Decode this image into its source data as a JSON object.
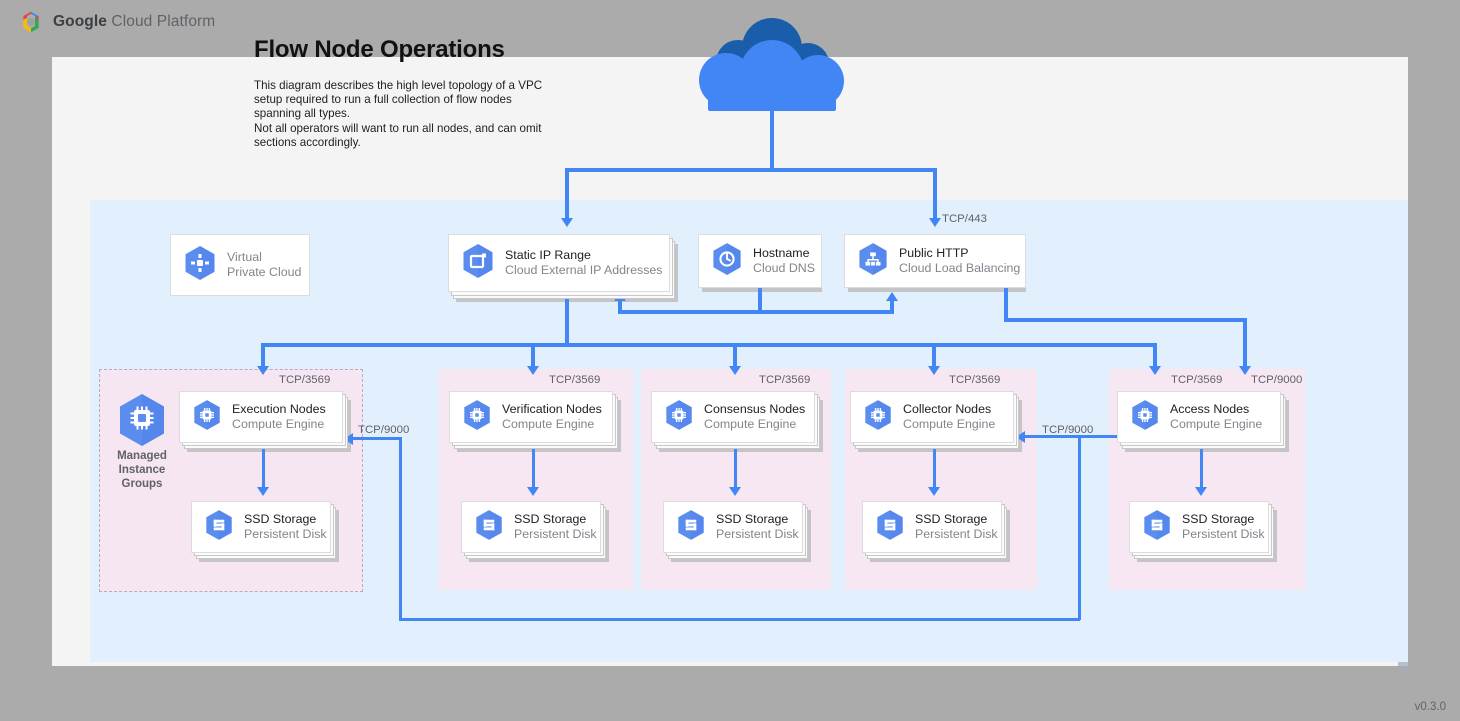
{
  "brand": {
    "google": "Google",
    "suffix": " Cloud Platform",
    "logo_icon": "google-cloud-logo-icon"
  },
  "header": {
    "title": "Flow Node Operations",
    "description": "This diagram describes the high level topology of a VPC setup required to run a full collection of flow nodes spanning all types.\nNot all operators will want to run all nodes, and can omit sections accordingly."
  },
  "footer": {
    "version": "v0.3.0"
  },
  "colors": {
    "page_bg": "#ababab",
    "canvas_bg": "#f4f4f4",
    "vpc_panel": "#e2effc",
    "group_panel": "#f7e7f3",
    "connector": "#4285f4",
    "icon_blue": "#5b8def",
    "title": "#111111",
    "muted_text": "#80868b"
  },
  "top_nodes": [
    {
      "title": "Virtual",
      "subtitle": "Private Cloud",
      "icon": "virtual-private-cloud-icon",
      "stacked": false,
      "title_muted": true
    },
    {
      "title": "Static IP Range",
      "subtitle": "Cloud External IP Addresses",
      "icon": "static-ip-range-icon",
      "stacked": true,
      "title_muted": false
    },
    {
      "title": "Hostname",
      "subtitle": "Cloud DNS",
      "icon": "cloud-dns-icon",
      "stacked": false,
      "title_muted": false
    },
    {
      "title": "Public HTTP",
      "subtitle": "Cloud Load Balancing",
      "icon": "cloud-load-balancing-icon",
      "stacked": false,
      "title_muted": false
    }
  ],
  "managed_instance_groups": {
    "label": "Managed\nInstance\nGroups",
    "icon": "managed-instance-group-icon"
  },
  "groups": [
    {
      "node": {
        "title": "Execution Nodes",
        "subtitle": "Compute Engine",
        "icon": "compute-engine-icon"
      },
      "storage": {
        "title": "SSD Storage",
        "subtitle": "Persistent Disk",
        "icon": "persistent-disk-icon"
      },
      "inbound_port": "TCP/3569",
      "dashed": true
    },
    {
      "node": {
        "title": "Verification Nodes",
        "subtitle": "Compute Engine",
        "icon": "compute-engine-icon"
      },
      "storage": {
        "title": "SSD Storage",
        "subtitle": "Persistent Disk",
        "icon": "persistent-disk-icon"
      },
      "inbound_port": "TCP/3569",
      "dashed": false
    },
    {
      "node": {
        "title": "Consensus Nodes",
        "subtitle": "Compute Engine",
        "icon": "compute-engine-icon"
      },
      "storage": {
        "title": "SSD Storage",
        "subtitle": "Persistent Disk",
        "icon": "persistent-disk-icon"
      },
      "inbound_port": "TCP/3569",
      "dashed": false
    },
    {
      "node": {
        "title": "Collector Nodes",
        "subtitle": "Compute Engine",
        "icon": "compute-engine-icon"
      },
      "storage": {
        "title": "SSD Storage",
        "subtitle": "Persistent Disk",
        "icon": "persistent-disk-icon"
      },
      "inbound_port": "TCP/3569",
      "dashed": false
    },
    {
      "node": {
        "title": "Access Nodes",
        "subtitle": "Compute Engine",
        "icon": "compute-engine-icon"
      },
      "storage": {
        "title": "SSD Storage",
        "subtitle": "Persistent Disk",
        "icon": "persistent-disk-icon"
      },
      "inbound_port": "TCP/3569",
      "dashed": false
    }
  ],
  "port_labels": {
    "lb_https": "TCP/443",
    "access_extra": "TCP/9000",
    "collector_in": "TCP/9000",
    "execution_in": "TCP/9000"
  },
  "cloud": {
    "icon": "internet-cloud-icon"
  }
}
